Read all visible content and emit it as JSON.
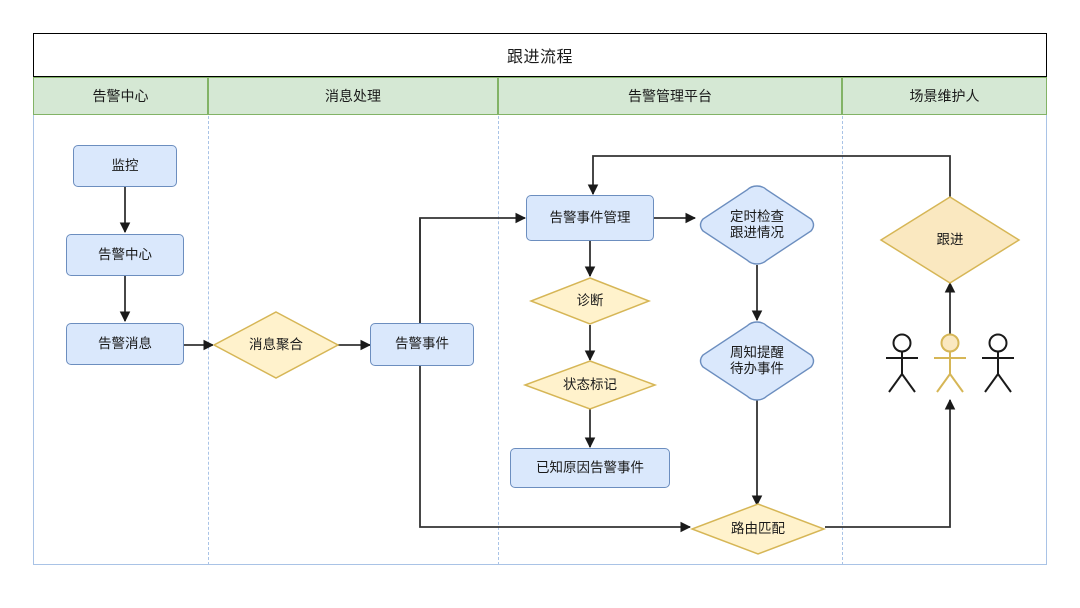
{
  "pool": {
    "title": "跟进流程",
    "lanes": [
      {
        "id": "lane-alert-center",
        "label": "告警中心"
      },
      {
        "id": "lane-message-processing",
        "label": "消息处理"
      },
      {
        "id": "lane-alert-platform",
        "label": "告警管理平台"
      },
      {
        "id": "lane-scene-maintainer",
        "label": "场景维护人"
      }
    ]
  },
  "colors": {
    "lane_header_fill": "#d5e8d4",
    "lane_header_stroke": "#82b366",
    "pool_stroke": "#a9c3e6",
    "process_fill": "#dae8fc",
    "process_stroke": "#6c8ebf",
    "decision_fill": "#fff2cc",
    "decision_stroke": "#d6b656",
    "connector": "#333333",
    "actor_default": "#1a1a1a",
    "actor_highlight": "#d6b656"
  },
  "nodes": {
    "monitor": {
      "label": "监控",
      "type": "process"
    },
    "alert_center": {
      "label": "告警中心",
      "type": "process"
    },
    "alert_message": {
      "label": "告警消息",
      "type": "process"
    },
    "message_aggregation": {
      "label": "消息聚合",
      "type": "decision"
    },
    "alert_event": {
      "label": "告警事件",
      "type": "process"
    },
    "alert_event_management": {
      "label": "告警事件管理",
      "type": "process"
    },
    "diagnosis": {
      "label": "诊断",
      "type": "decision"
    },
    "status_mark": {
      "label": "状态标记",
      "type": "decision"
    },
    "known_cause_alert_event": {
      "label": "已知原因告警事件",
      "type": "process"
    },
    "scheduled_check": {
      "label": "定时检查\n跟进情况",
      "line1": "定时检查",
      "line2": "跟进情况",
      "type": "rounded-decision"
    },
    "notify_reminder": {
      "label": "周知提醒\n待办事件",
      "line1": "周知提醒",
      "line2": "待办事件",
      "type": "rounded-decision"
    },
    "route_match": {
      "label": "路由匹配",
      "type": "decision"
    },
    "follow_up": {
      "label": "跟进",
      "type": "decision"
    }
  },
  "actors": [
    {
      "id": "actor-left",
      "highlighted": false
    },
    {
      "id": "actor-center",
      "highlighted": true
    },
    {
      "id": "actor-right",
      "highlighted": false
    }
  ],
  "edges": [
    {
      "from": "monitor",
      "to": "alert_center"
    },
    {
      "from": "alert_center",
      "to": "alert_message"
    },
    {
      "from": "alert_message",
      "to": "message_aggregation"
    },
    {
      "from": "message_aggregation",
      "to": "alert_event"
    },
    {
      "from": "alert_event",
      "to": "alert_event_management"
    },
    {
      "from": "alert_event_management",
      "to": "diagnosis"
    },
    {
      "from": "diagnosis",
      "to": "status_mark"
    },
    {
      "from": "status_mark",
      "to": "known_cause_alert_event"
    },
    {
      "from": "alert_event_management",
      "to": "scheduled_check"
    },
    {
      "from": "scheduled_check",
      "to": "notify_reminder"
    },
    {
      "from": "notify_reminder",
      "to": "route_match"
    },
    {
      "from": "alert_event_management",
      "to": "route_match"
    },
    {
      "from": "route_match",
      "to": "actor-center"
    },
    {
      "from": "actor-center",
      "to": "follow_up"
    },
    {
      "from": "follow_up",
      "to": "alert_event_management"
    }
  ]
}
